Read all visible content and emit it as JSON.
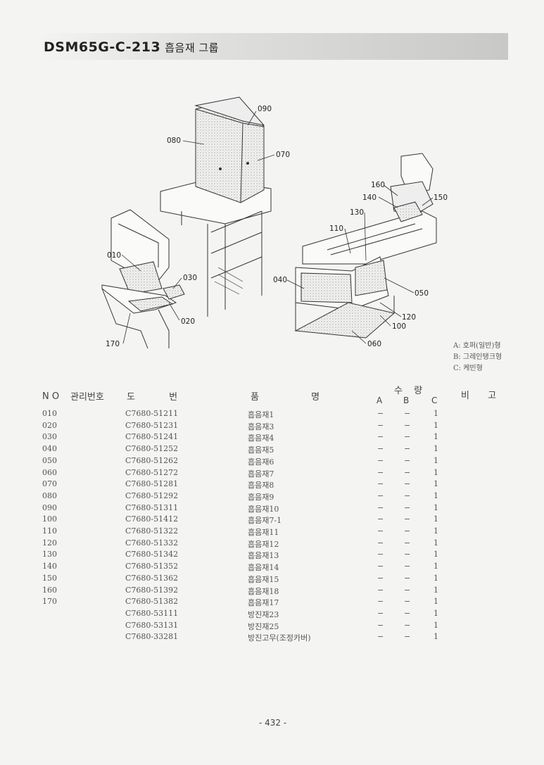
{
  "header": {
    "code": "DSM65G-C-213",
    "group": "흡음재 그룹"
  },
  "callouts": [
    "090",
    "080",
    "070",
    "010",
    "030",
    "020",
    "170",
    "160",
    "140",
    "150",
    "130",
    "110",
    "040",
    "050",
    "120",
    "100",
    "060"
  ],
  "legend": [
    "A: 호퍼(일반)형",
    "B: 그레인탱크형",
    "C: 케빈형"
  ],
  "table": {
    "headers": {
      "no": "N O",
      "mgmt": "관리번호",
      "drawing": "도 번",
      "name": "품 명",
      "qty": "수 량",
      "a": "A",
      "b": "B",
      "c": "C",
      "remarks": "비 고"
    },
    "rows": [
      {
        "no": "010",
        "drawing": "C7680-51211",
        "name": "흡음재1",
        "a": "−",
        "b": "−",
        "c": "1"
      },
      {
        "no": "020",
        "drawing": "C7680-51231",
        "name": "흡음재3",
        "a": "−",
        "b": "−",
        "c": "1"
      },
      {
        "no": "030",
        "drawing": "C7680-51241",
        "name": "흡음재4",
        "a": "−",
        "b": "−",
        "c": "1"
      },
      {
        "no": "040",
        "drawing": "C7680-51252",
        "name": "흡음재5",
        "a": "−",
        "b": "−",
        "c": "1"
      },
      {
        "no": "050",
        "drawing": "C7680-51262",
        "name": "흡음재6",
        "a": "−",
        "b": "−",
        "c": "1"
      },
      {
        "no": "060",
        "drawing": "C7680-51272",
        "name": "흡음재7",
        "a": "−",
        "b": "−",
        "c": "1"
      },
      {
        "no": "070",
        "drawing": "C7680-51281",
        "name": "흡음재8",
        "a": "−",
        "b": "−",
        "c": "1"
      },
      {
        "no": "080",
        "drawing": "C7680-51292",
        "name": "흡음재9",
        "a": "−",
        "b": "−",
        "c": "1"
      },
      {
        "no": "090",
        "drawing": "C7680-51311",
        "name": "흡음재10",
        "a": "−",
        "b": "−",
        "c": "1"
      },
      {
        "no": "100",
        "drawing": "C7680-51412",
        "name": "흡음재7-1",
        "a": "−",
        "b": "−",
        "c": "1"
      },
      {
        "no": "110",
        "drawing": "C7680-51322",
        "name": "흡음재11",
        "a": "−",
        "b": "−",
        "c": "1"
      },
      {
        "no": "120",
        "drawing": "C7680-51332",
        "name": "흡음재12",
        "a": "−",
        "b": "−",
        "c": "1"
      },
      {
        "no": "130",
        "drawing": "C7680-51342",
        "name": "흡음재13",
        "a": "−",
        "b": "−",
        "c": "1"
      },
      {
        "no": "140",
        "drawing": "C7680-51352",
        "name": "흡음재14",
        "a": "−",
        "b": "−",
        "c": "1"
      },
      {
        "no": "150",
        "drawing": "C7680-51362",
        "name": "흡음재15",
        "a": "−",
        "b": "−",
        "c": "1"
      },
      {
        "no": "160",
        "drawing": "C7680-51392",
        "name": "흡음재18",
        "a": "−",
        "b": "−",
        "c": "1"
      },
      {
        "no": "170",
        "drawing": "C7680-51382",
        "name": "흡음재17",
        "a": "−",
        "b": "−",
        "c": "1"
      },
      {
        "no": "",
        "drawing": "C7680-53111",
        "name": "방진재23",
        "a": "−",
        "b": "−",
        "c": "1"
      },
      {
        "no": "",
        "drawing": "C7680-53131",
        "name": "방진재25",
        "a": "−",
        "b": "−",
        "c": "1"
      },
      {
        "no": "",
        "drawing": "C7680-33281",
        "name": "방진고무(조정카버)",
        "a": "−",
        "b": "−",
        "c": "1"
      }
    ]
  },
  "footer": {
    "page": "- 432 -"
  }
}
